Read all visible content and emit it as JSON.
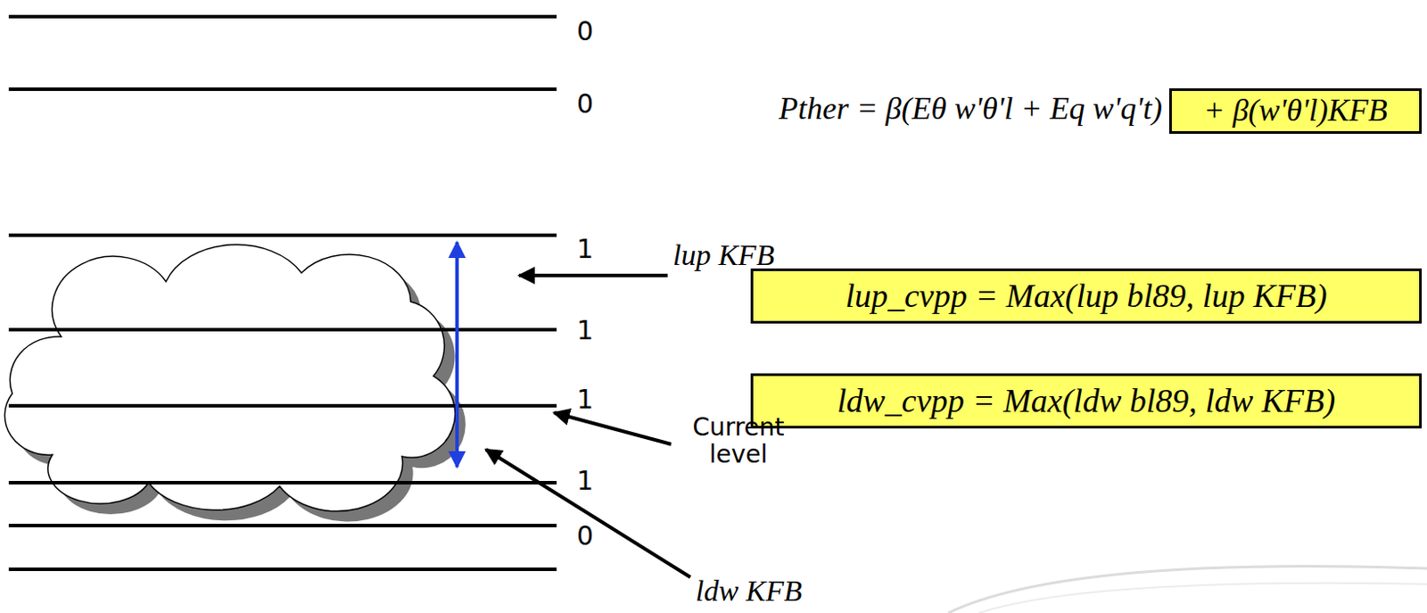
{
  "diagram": {
    "nodes": [
      {
        "text": [
          "+ β(w'θ'l)KFB"
        ]
      },
      {
        "text": [
          "lup_cvpp = Max(lup bl89, lup KFB)"
        ]
      },
      {
        "text": [
          "ldw_cvpp = Max(ldw bl89, ldw KFB)"
        ]
      }
    ],
    "labels": [
      "0",
      "0",
      "1",
      "1",
      "1",
      "1",
      "0",
      "Pther = β(Eθ w'θ'l + Eq w'q't)",
      "lup KFB",
      "Current level",
      "ldw KFB"
    ]
  }
}
